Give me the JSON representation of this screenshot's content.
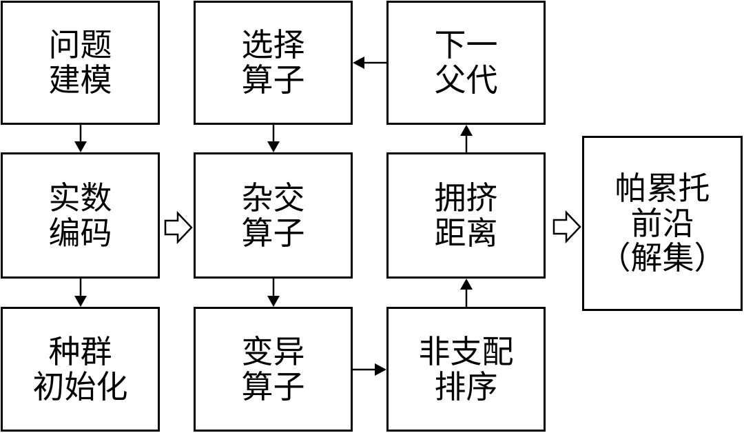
{
  "nodes": {
    "modeling": {
      "lines": [
        "问题",
        "建模"
      ]
    },
    "encoding": {
      "lines": [
        "实数",
        "编码"
      ]
    },
    "init": {
      "lines": [
        "种群",
        "初始化"
      ]
    },
    "selection": {
      "lines": [
        "选择",
        "算子"
      ]
    },
    "crossover": {
      "lines": [
        "杂交",
        "算子"
      ]
    },
    "mutation": {
      "lines": [
        "变异",
        "算子"
      ]
    },
    "next_gen": {
      "lines": [
        "下一",
        "父代"
      ]
    },
    "crowding": {
      "lines": [
        "拥挤",
        "距离"
      ]
    },
    "nondominated": {
      "lines": [
        "非支配",
        "排序"
      ]
    },
    "pareto": {
      "lines": [
        "帕累托",
        "前沿",
        "（解集）"
      ]
    }
  },
  "edges": [
    {
      "from": "modeling",
      "to": "encoding",
      "style": "solid"
    },
    {
      "from": "encoding",
      "to": "init",
      "style": "solid"
    },
    {
      "from": "encoding",
      "to": "crossover",
      "style": "hollow"
    },
    {
      "from": "selection",
      "to": "crossover",
      "style": "solid"
    },
    {
      "from": "crossover",
      "to": "mutation",
      "style": "solid"
    },
    {
      "from": "mutation",
      "to": "nondominated",
      "style": "solid"
    },
    {
      "from": "nondominated",
      "to": "crowding",
      "style": "solid"
    },
    {
      "from": "crowding",
      "to": "next_gen",
      "style": "solid"
    },
    {
      "from": "next_gen",
      "to": "selection",
      "style": "solid"
    },
    {
      "from": "crowding",
      "to": "pareto",
      "style": "hollow"
    }
  ],
  "colors": {
    "stroke": "#000000",
    "fill": "#ffffff"
  }
}
